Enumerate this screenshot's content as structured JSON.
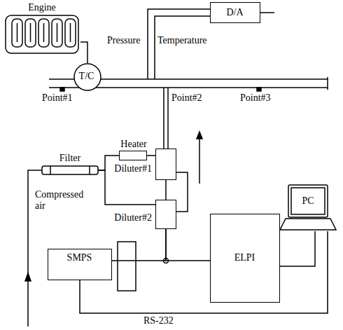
{
  "diagram": {
    "nodes": [
      {
        "text": [
          "Engine"
        ]
      },
      {
        "text": [
          "D/A"
        ]
      },
      {
        "text": [
          "T/C"
        ]
      },
      {
        "text": [
          "Heater"
        ]
      },
      {
        "text": [
          "Filter"
        ]
      },
      {
        "text": [
          "Diluter#1"
        ]
      },
      {
        "text": [
          "Diluter#2"
        ]
      },
      {
        "text": [
          "PC"
        ]
      },
      {
        "text": [
          "ELPI"
        ]
      },
      {
        "text": [
          "SMPS"
        ]
      }
    ],
    "edges": [
      {
        "from": 0,
        "to": 2,
        "arrow": "none"
      },
      {
        "from": 4,
        "to": 3,
        "arrow": "none"
      },
      {
        "from": 3,
        "to": 5,
        "arrow": "none"
      },
      {
        "from": 4,
        "to": 6,
        "arrow": "none"
      },
      {
        "from": 5,
        "to": 6,
        "arrow": "none"
      },
      {
        "from": 6,
        "to": 8,
        "arrow": "none"
      },
      {
        "from": 6,
        "to": 9,
        "arrow": "none"
      },
      {
        "from": 8,
        "to": 7,
        "arrow": "none"
      },
      {
        "from": 9,
        "to": 7,
        "label": "RS-232",
        "arrow": "none"
      }
    ],
    "labels": [
      "Pressure",
      "Temperature",
      "Point#1",
      "Point#2",
      "Point#3",
      "Compressed air"
    ]
  }
}
